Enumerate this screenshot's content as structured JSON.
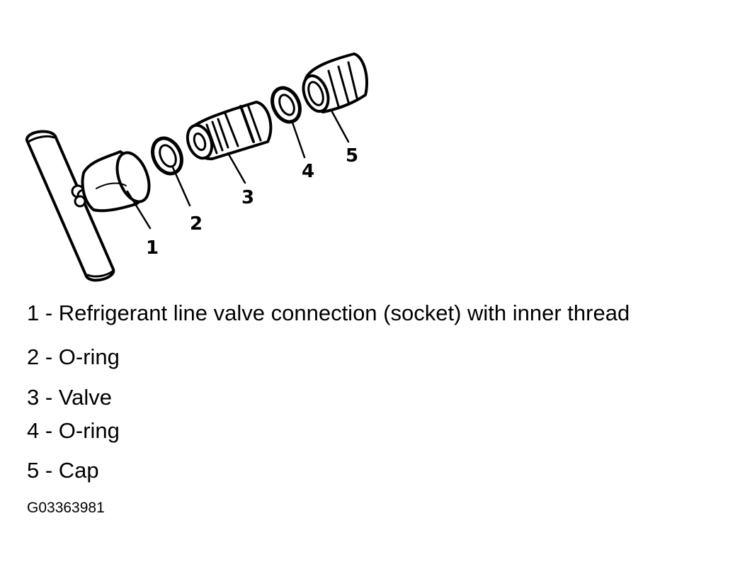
{
  "diagram": {
    "callouts": [
      "1",
      "2",
      "3",
      "4",
      "5"
    ]
  },
  "legend": [
    {
      "number": "1",
      "text": "1 - Refrigerant line valve connection (socket) with inner thread"
    },
    {
      "number": "2",
      "text": "2 - O-ring"
    },
    {
      "number": "3",
      "text": "3 - Valve"
    },
    {
      "number": "4",
      "text": "4 - O-ring"
    },
    {
      "number": "5",
      "text": "5 - Cap"
    }
  ],
  "figure_code": "G03363981"
}
